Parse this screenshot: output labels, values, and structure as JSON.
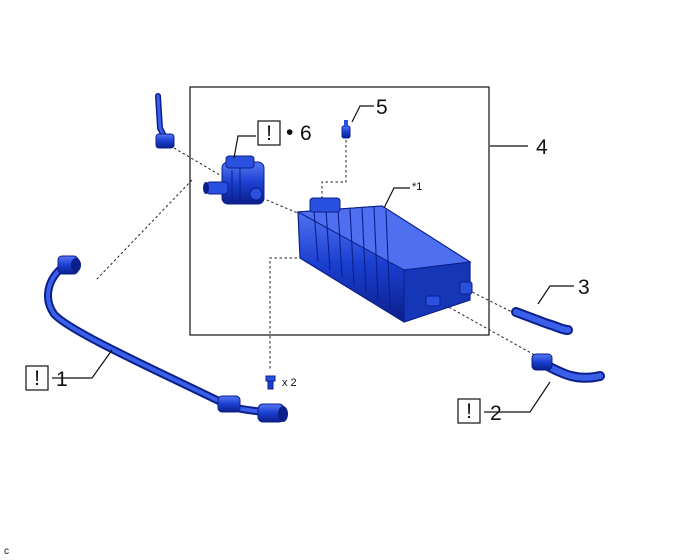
{
  "callouts": {
    "c1": "1",
    "c2": "2",
    "c3": "3",
    "c4": "4",
    "c5": "5",
    "c6": "6",
    "dot": "•",
    "note1": "*1",
    "qty": "x 2",
    "alert": "!"
  },
  "footer_code": "c",
  "colors": {
    "part": "#1a3fd0",
    "part_dark": "#0b1f8a",
    "part_light": "#4d6ff0",
    "line": "#111111"
  }
}
